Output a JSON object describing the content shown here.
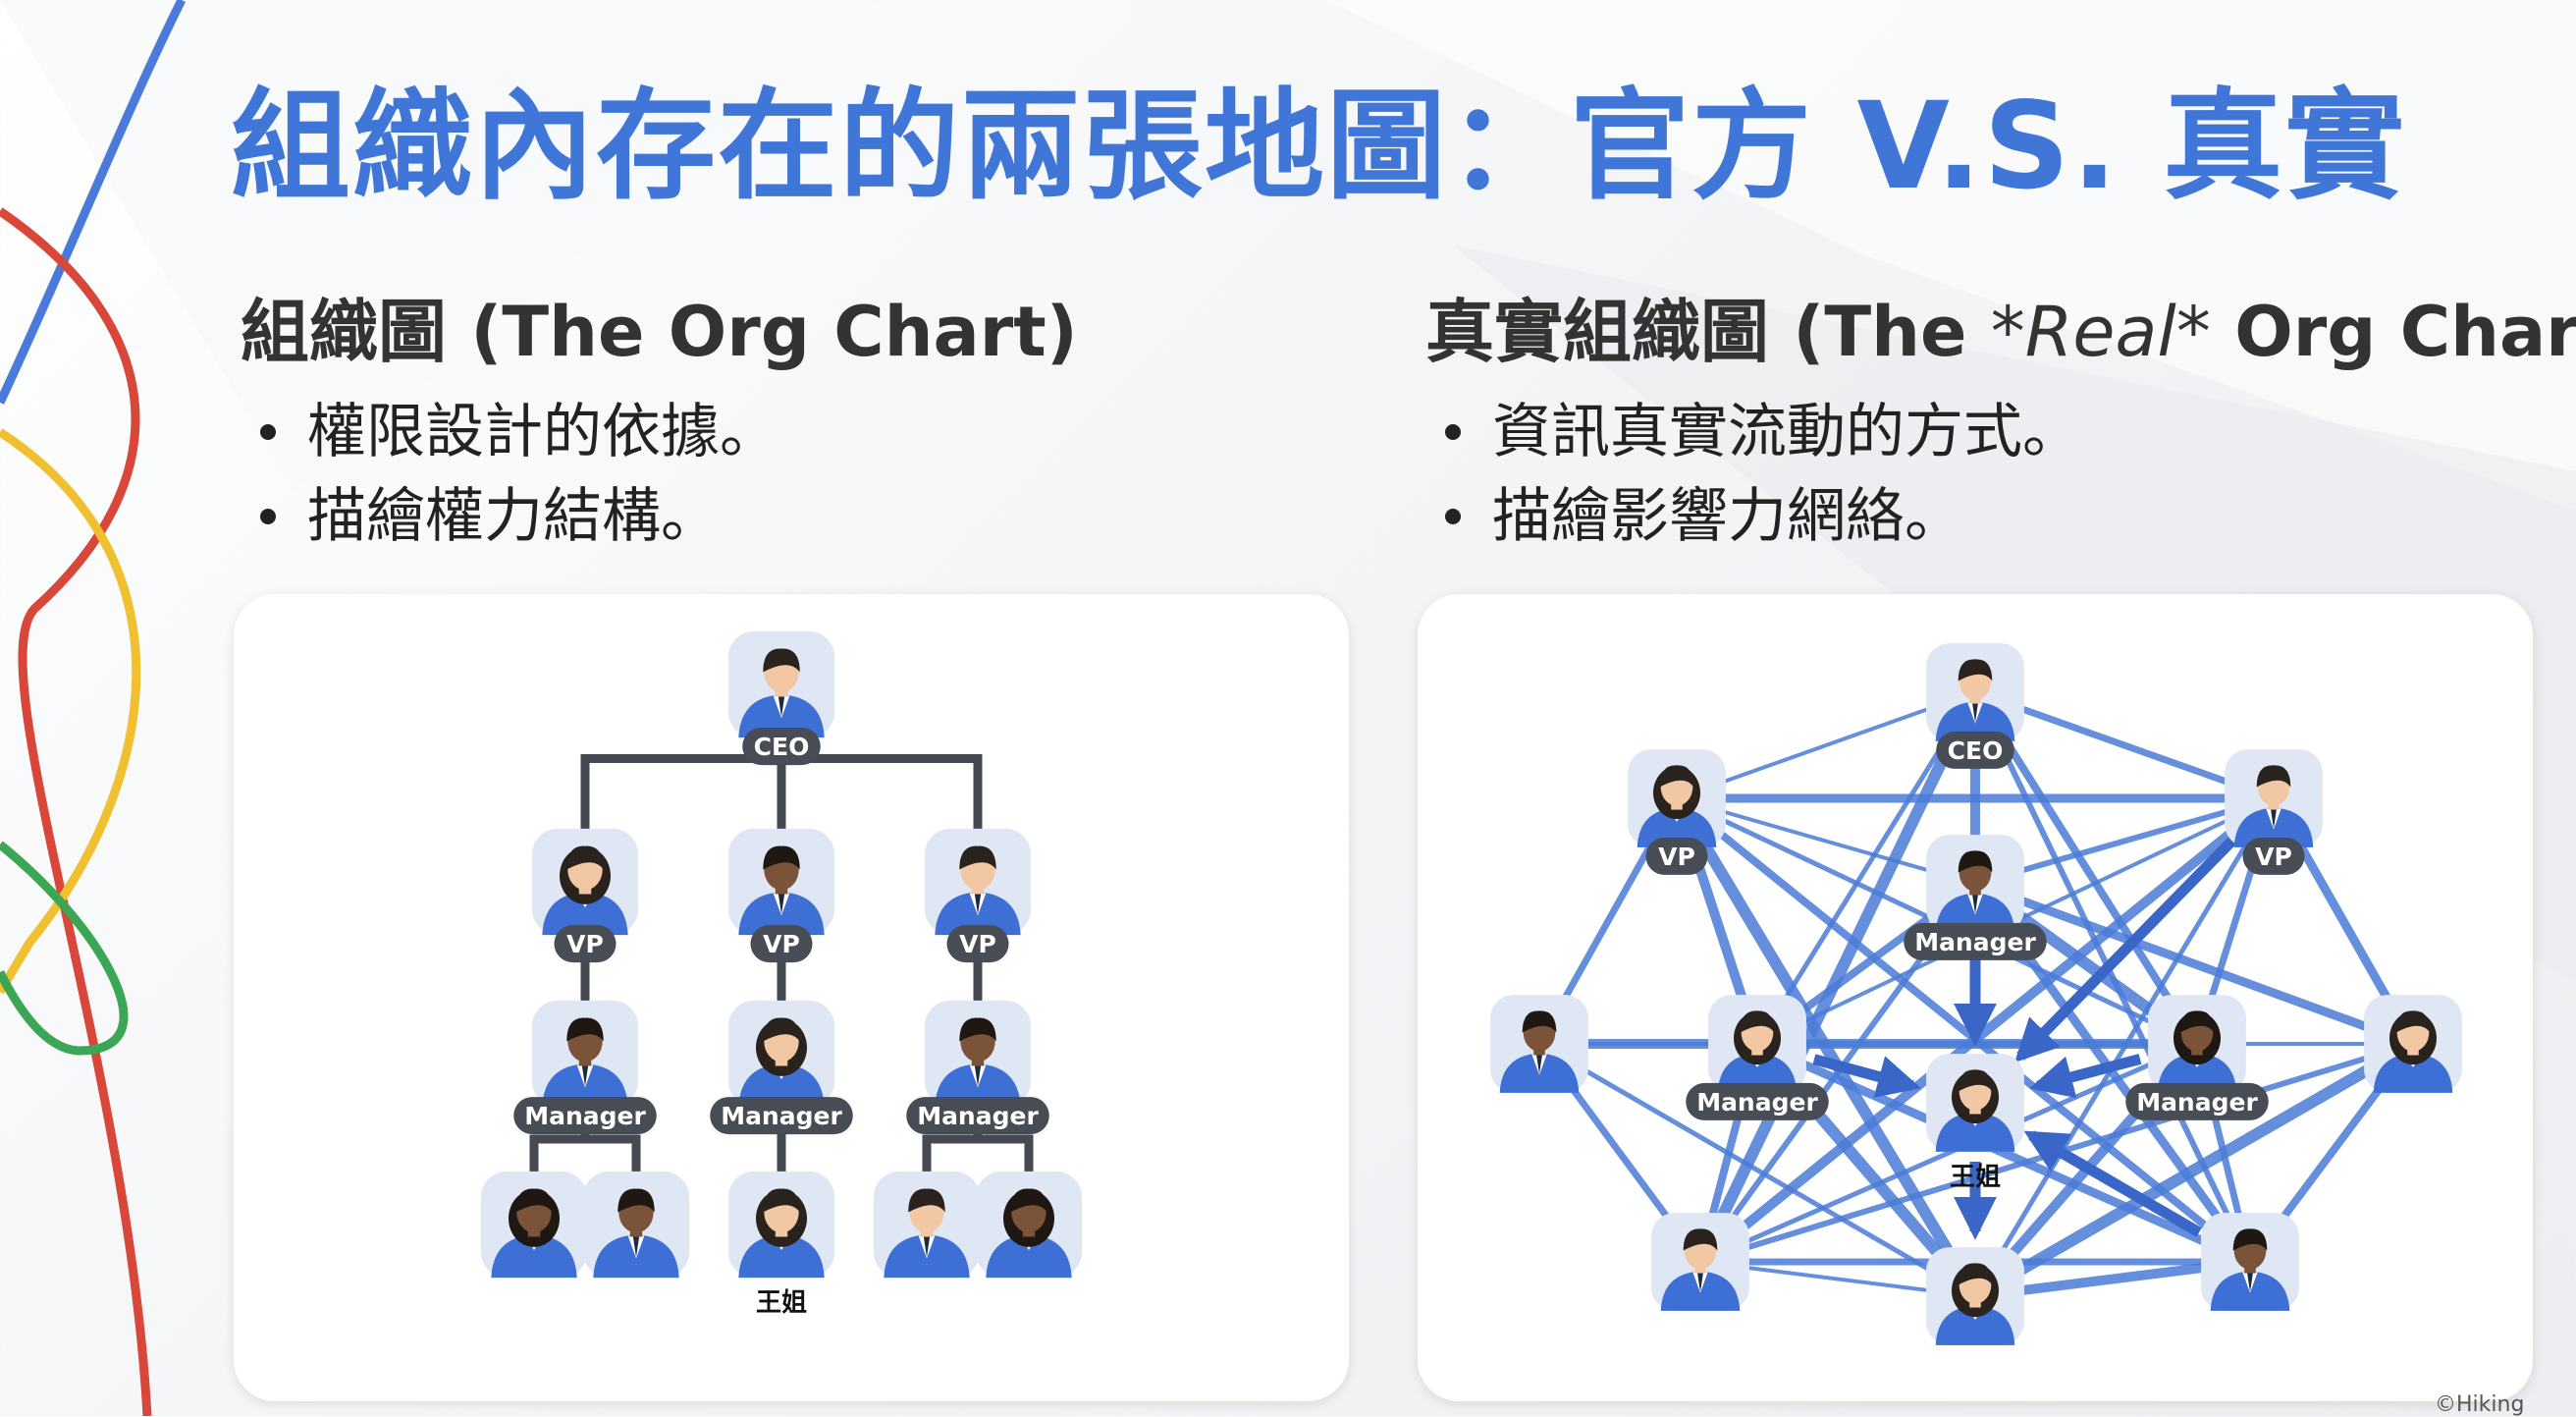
{
  "title": "組織內存在的兩張地圖：官方 V.S. 真實",
  "left": {
    "heading": "組織圖 (The Org Chart)",
    "bullets": [
      "權限設計的依據。",
      "描繪權力結構。"
    ]
  },
  "right": {
    "heading_prefix": "真實組織圖 (The ",
    "heading_emph": "*Real*",
    "heading_suffix": " Org Chart)",
    "bullets": [
      "資訊真實流動的方式。",
      "描繪影響力網絡。"
    ]
  },
  "official_chart": {
    "nodes": [
      {
        "id": "ceo",
        "label": "CEO",
        "gender": "m",
        "skin": "light"
      },
      {
        "id": "vp1",
        "label": "VP",
        "gender": "f",
        "skin": "light"
      },
      {
        "id": "vp2",
        "label": "VP",
        "gender": "m",
        "skin": "dark"
      },
      {
        "id": "vp3",
        "label": "VP",
        "gender": "m",
        "skin": "light"
      },
      {
        "id": "mg1",
        "label": "Manager",
        "gender": "m",
        "skin": "dark"
      },
      {
        "id": "mg2",
        "label": "Manager",
        "gender": "f",
        "skin": "light"
      },
      {
        "id": "mg3",
        "label": "Manager",
        "gender": "m",
        "skin": "dark"
      },
      {
        "id": "e1",
        "label": "",
        "gender": "f",
        "skin": "dark"
      },
      {
        "id": "e2",
        "label": "",
        "gender": "m",
        "skin": "dark"
      },
      {
        "id": "e3",
        "label": "王姐",
        "gender": "f",
        "skin": "light"
      },
      {
        "id": "e4",
        "label": "",
        "gender": "m",
        "skin": "light"
      },
      {
        "id": "e5",
        "label": "",
        "gender": "f",
        "skin": "dark"
      }
    ],
    "edges": [
      [
        "ceo",
        "vp1"
      ],
      [
        "ceo",
        "vp2"
      ],
      [
        "ceo",
        "vp3"
      ],
      [
        "vp1",
        "mg1"
      ],
      [
        "vp2",
        "mg2"
      ],
      [
        "vp3",
        "mg3"
      ],
      [
        "mg1",
        "e1"
      ],
      [
        "mg1",
        "e2"
      ],
      [
        "mg2",
        "e3"
      ],
      [
        "mg3",
        "e4"
      ],
      [
        "mg3",
        "e5"
      ]
    ]
  },
  "real_chart": {
    "nodes": [
      {
        "id": "ceo",
        "label": "CEO",
        "gender": "m",
        "skin": "light"
      },
      {
        "id": "vpl",
        "label": "VP",
        "gender": "f",
        "skin": "light"
      },
      {
        "id": "vpr",
        "label": "VP",
        "gender": "m",
        "skin": "light"
      },
      {
        "id": "mgc",
        "label": "Manager",
        "gender": "m",
        "skin": "dark"
      },
      {
        "id": "pfl",
        "label": "",
        "gender": "m",
        "skin": "dark"
      },
      {
        "id": "mgl",
        "label": "Manager",
        "gender": "f",
        "skin": "light"
      },
      {
        "id": "hub",
        "label": "王姐",
        "gender": "f",
        "skin": "light"
      },
      {
        "id": "mgr",
        "label": "Manager",
        "gender": "f",
        "skin": "dark"
      },
      {
        "id": "pfr",
        "label": "",
        "gender": "f",
        "skin": "light"
      },
      {
        "id": "pbl",
        "label": "",
        "gender": "m",
        "skin": "light"
      },
      {
        "id": "pbc",
        "label": "",
        "gender": "f",
        "skin": "light"
      },
      {
        "id": "pbr",
        "label": "",
        "gender": "m",
        "skin": "dark"
      }
    ],
    "edges": [
      [
        "ceo",
        "vpl"
      ],
      [
        "ceo",
        "vpr"
      ],
      [
        "ceo",
        "mgc"
      ],
      [
        "ceo",
        "mgl"
      ],
      [
        "ceo",
        "mgr"
      ],
      [
        "ceo",
        "pbl"
      ],
      [
        "ceo",
        "pbr"
      ],
      [
        "vpl",
        "vpr"
      ],
      [
        "vpl",
        "mgc"
      ],
      [
        "vpl",
        "pfl"
      ],
      [
        "vpl",
        "mgl"
      ],
      [
        "vpl",
        "mgr"
      ],
      [
        "vpl",
        "pbr"
      ],
      [
        "vpl",
        "pbc"
      ],
      [
        "vpr",
        "mgc"
      ],
      [
        "vpr",
        "pfr"
      ],
      [
        "vpr",
        "mgl"
      ],
      [
        "vpr",
        "mgr"
      ],
      [
        "vpr",
        "pbl"
      ],
      [
        "vpr",
        "pbc"
      ],
      [
        "mgc",
        "mgl"
      ],
      [
        "mgc",
        "mgr"
      ],
      [
        "mgc",
        "pbl"
      ],
      [
        "mgc",
        "pbr"
      ],
      [
        "pfl",
        "mgl"
      ],
      [
        "pfl",
        "pbl"
      ],
      [
        "pfl",
        "mgr"
      ],
      [
        "pfl",
        "pbc"
      ],
      [
        "mgl",
        "pbl"
      ],
      [
        "mgl",
        "pbc"
      ],
      [
        "mgl",
        "mgr"
      ],
      [
        "mgl",
        "pbr"
      ],
      [
        "mgr",
        "pfr"
      ],
      [
        "mgr",
        "pbr"
      ],
      [
        "mgr",
        "pbc"
      ],
      [
        "mgr",
        "pbl"
      ],
      [
        "pfr",
        "pbr"
      ],
      [
        "pfr",
        "pbc"
      ],
      [
        "pfr",
        "pbl"
      ],
      [
        "pfr",
        "mgc"
      ],
      [
        "pbl",
        "pbc"
      ],
      [
        "pbl",
        "pbr"
      ],
      [
        "pbc",
        "pbr"
      ]
    ],
    "arrows": [
      [
        "vpr",
        "hub"
      ],
      [
        "mgc",
        "hub"
      ],
      [
        "mgl",
        "hub"
      ],
      [
        "mgr",
        "hub"
      ],
      [
        "pbr",
        "hub"
      ],
      [
        "hub",
        "pbc"
      ]
    ]
  },
  "colors": {
    "title": "#3f76d8",
    "edge": "#4a7bd6",
    "tree_line": "#454a52",
    "label_pill": "#474c55",
    "avatar_tile": "#dfe7f5",
    "suit": "#3d6fd4"
  },
  "corner_mark": "©Hiking"
}
